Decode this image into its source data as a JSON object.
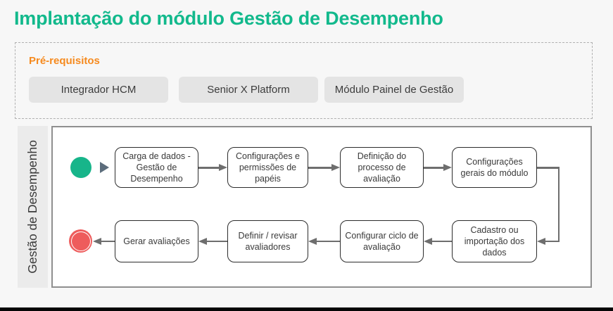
{
  "page": {
    "title": "Implantação do módulo Gestão de Desempenho"
  },
  "prerequisites": {
    "label": "Pré-requisitos",
    "items": [
      "Integrador HCM",
      "Senior X Platform",
      "Módulo Painel de Gestão"
    ]
  },
  "lane": {
    "label": "Gestão de Desempenho",
    "row1": [
      "Carga de dados - Gestão de Desempenho",
      "Configurações e permissões de papéis",
      "Definição do processo de avaliação",
      "Configurações gerais do módulo"
    ],
    "row2": [
      "Cadastro ou importação dos dados",
      "Configurar ciclo de avaliação",
      "Definir / revisar avaliadores",
      "Gerar avaliações"
    ]
  },
  "colors": {
    "title": "#12b98c",
    "prereq-label": "#f68a1e",
    "start-event": "#17b58a",
    "end-event": "#ee5c5c",
    "arrow": "#6e6e6e",
    "marker": "#5c6d7c"
  }
}
